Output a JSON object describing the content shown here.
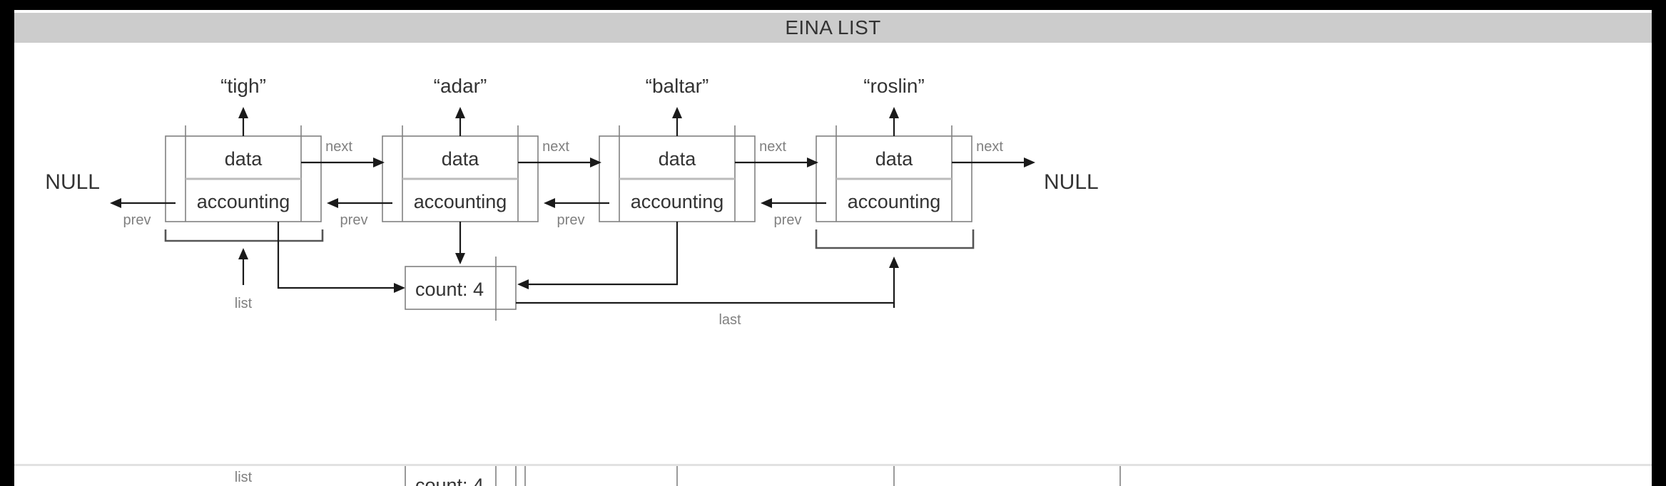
{
  "window": {
    "title": "EINA LIST",
    "title_bar_color": "#cccccc",
    "frame_color": "#000000",
    "canvas_color": "#ffffff"
  },
  "diagram": {
    "type": "doubly-linked-list",
    "null_left_label": "NULL",
    "null_right_label": "NULL",
    "node_field_data": "data",
    "node_field_accounting": "accounting",
    "pointer_next_label": "next",
    "pointer_prev_label": "prev",
    "count_box_label": "count: 4",
    "list_pointer_label": "list",
    "last_pointer_label": "last",
    "nodes": [
      {
        "string_label": "“tigh”",
        "data": "data",
        "accounting": "accounting",
        "next": "next",
        "prev": "prev"
      },
      {
        "string_label": "“adar”",
        "data": "data",
        "accounting": "accounting",
        "next": "next",
        "prev": "prev"
      },
      {
        "string_label": "“baltar”",
        "data": "data",
        "accounting": "accounting",
        "next": "next",
        "prev": "prev"
      },
      {
        "string_label": "“roslin”",
        "data": "data",
        "accounting": "accounting",
        "next": "next",
        "prev": "prev"
      }
    ],
    "count": 4,
    "colors": {
      "box_stroke": "#808080",
      "arrow": "#1a1a1a",
      "text": "#333333",
      "small_text": "#808080"
    }
  },
  "cut_strip": {
    "list_label": "list",
    "count_box_label": "count: 4"
  }
}
